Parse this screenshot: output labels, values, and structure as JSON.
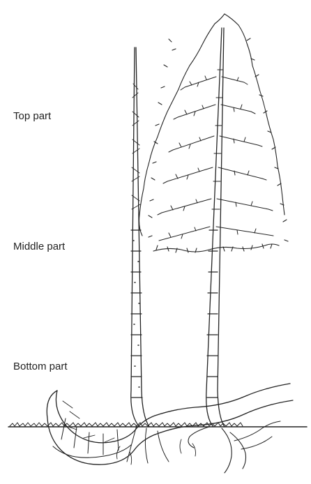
{
  "labels": {
    "top": "Top part",
    "middle": "Middle part",
    "bottom": "Bottom part"
  },
  "colors": {
    "ink": "#222222",
    "background": "#ffffff"
  }
}
